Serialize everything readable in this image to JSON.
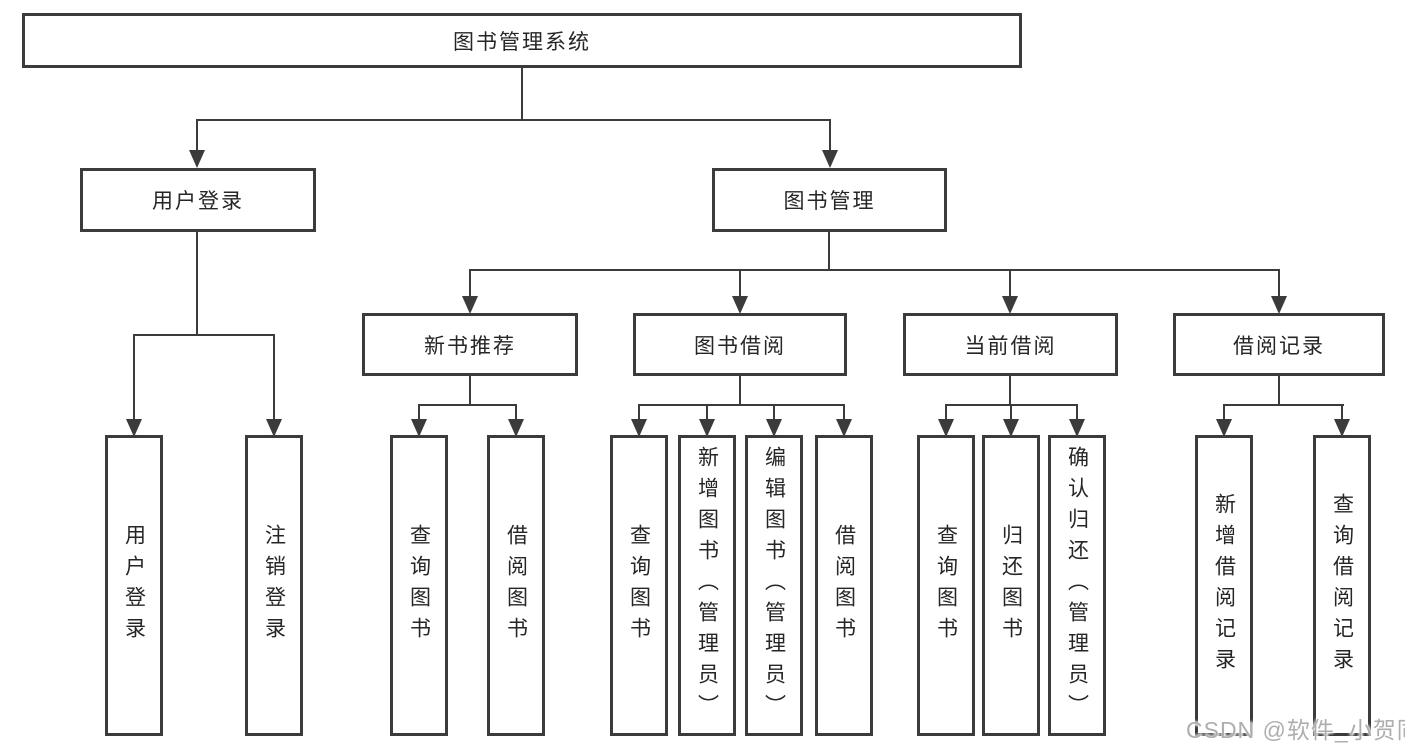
{
  "diagram": {
    "root": {
      "label": "图书管理系统"
    },
    "branches": [
      {
        "label": "用户登录",
        "children": [
          {
            "label": "用户登录"
          },
          {
            "label": "注销登录"
          }
        ]
      },
      {
        "label": "图书管理",
        "children": [
          {
            "label": "新书推荐",
            "children": [
              {
                "label": "查询图书"
              },
              {
                "label": "借阅图书"
              }
            ]
          },
          {
            "label": "图书借阅",
            "children": [
              {
                "label": "查询图书"
              },
              {
                "label": "新增图书（管理员）"
              },
              {
                "label": "编辑图书（管理员）"
              },
              {
                "label": "借阅图书"
              }
            ]
          },
          {
            "label": "当前借阅",
            "children": [
              {
                "label": "查询图书"
              },
              {
                "label": "归还图书"
              },
              {
                "label": "确认归还（管理员）"
              }
            ]
          },
          {
            "label": "借阅记录",
            "children": [
              {
                "label": "新增借阅记录"
              },
              {
                "label": "查询借阅记录"
              }
            ]
          }
        ]
      }
    ]
  },
  "watermark": {
    "text": "CSDN @软件_小贺同学"
  },
  "colors": {
    "line": "#3b3b3b",
    "text": "#262626",
    "background": "#ffffff",
    "watermark": "#aeaeae"
  }
}
